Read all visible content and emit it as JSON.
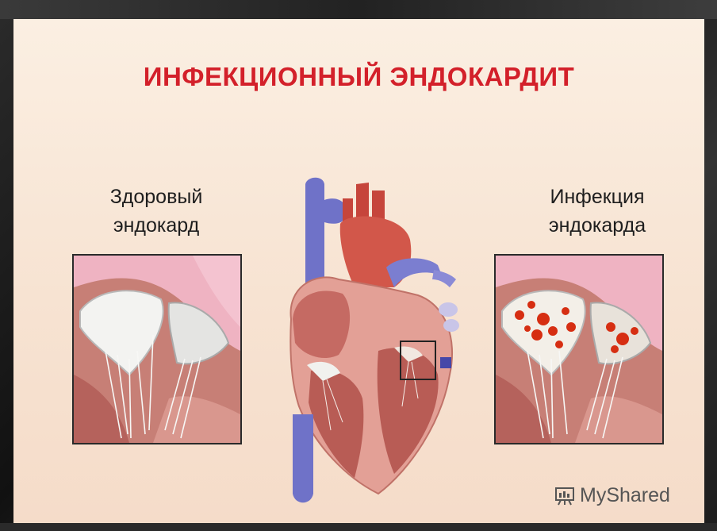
{
  "slide": {
    "title": "ИНФЕКЦИОННЫЙ ЭНДОКАРДИТ",
    "left_caption": {
      "line1": "Здоровый",
      "line2": "эндокард"
    },
    "right_caption": {
      "line1": "Инфекция",
      "line2": "эндокарда"
    },
    "watermark": "MyShared"
  },
  "colors": {
    "title": "#d3202a",
    "background": "#f8e6d6",
    "vessel_blue": "#6f72c8",
    "aorta_red": "#c6453b",
    "myocardium": "#d98c83",
    "valve_healthy": "#eeeeee",
    "vegetation": "#d62e12"
  },
  "icons": {
    "logo": "presentation-board-icon"
  }
}
